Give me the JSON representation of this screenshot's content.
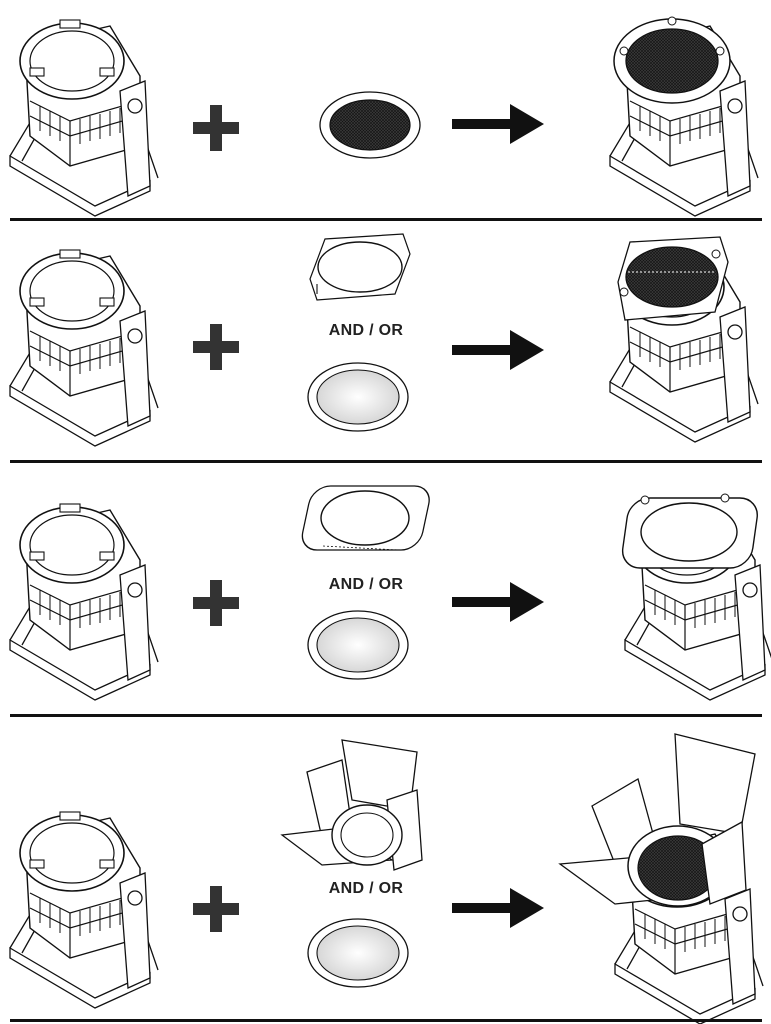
{
  "rows": [
    {
      "connector": ""
    },
    {
      "connector": "AND / OR"
    },
    {
      "connector": "AND / OR"
    },
    {
      "connector": "AND / OR"
    }
  ],
  "colors": {
    "ink": "#111111",
    "symbol": "#333333",
    "mesh": "#2a2a2a",
    "lens": "#e8e8e8"
  },
  "icons": {
    "plus": "plus-icon",
    "arrow": "arrow-right-icon"
  }
}
